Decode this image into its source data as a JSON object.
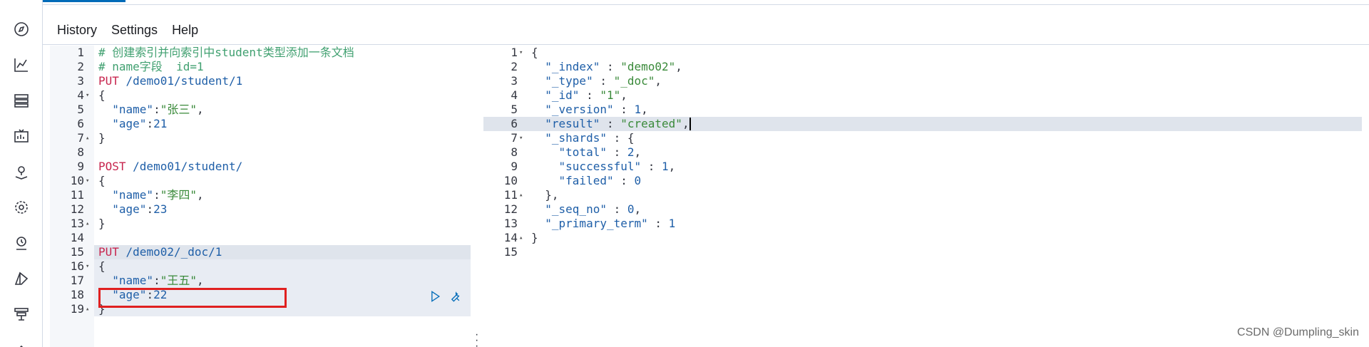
{
  "menu": {
    "history": "History",
    "settings": "Settings",
    "help": "Help"
  },
  "rail_icons": [
    "compass-icon",
    "visualize-icon",
    "dashboard-icon",
    "canvas-icon",
    "maps-icon",
    "ml-icon",
    "apm-icon",
    "logs-icon",
    "stack-icon",
    "collapse-icon"
  ],
  "request": {
    "lines": [
      {
        "n": "1",
        "fold": "",
        "tokens": [
          [
            "comment",
            "# 创建索引并向索引中student类型添加一条文档"
          ]
        ]
      },
      {
        "n": "2",
        "fold": "",
        "tokens": [
          [
            "comment",
            "# name字段  id=1"
          ]
        ]
      },
      {
        "n": "3",
        "fold": "",
        "tokens": [
          [
            "method",
            "PUT"
          ],
          [
            "path",
            " /demo01/student/1"
          ]
        ]
      },
      {
        "n": "4",
        "fold": "▾",
        "tokens": [
          [
            "punc",
            "{"
          ]
        ]
      },
      {
        "n": "5",
        "fold": "",
        "tokens": [
          [
            "punc",
            "  "
          ],
          [
            "key",
            "\"name\""
          ],
          [
            "punc",
            ":"
          ],
          [
            "str",
            "\"张三\""
          ],
          [
            "punc",
            ","
          ]
        ]
      },
      {
        "n": "6",
        "fold": "",
        "tokens": [
          [
            "punc",
            "  "
          ],
          [
            "key",
            "\"age\""
          ],
          [
            "punc",
            ":"
          ],
          [
            "num",
            "21"
          ]
        ]
      },
      {
        "n": "7",
        "fold": "▴",
        "tokens": [
          [
            "punc",
            "}"
          ]
        ]
      },
      {
        "n": "8",
        "fold": "",
        "tokens": []
      },
      {
        "n": "9",
        "fold": "",
        "tokens": [
          [
            "method",
            "POST"
          ],
          [
            "path",
            " /demo01/student/"
          ]
        ]
      },
      {
        "n": "10",
        "fold": "▾",
        "tokens": [
          [
            "punc",
            "{"
          ]
        ]
      },
      {
        "n": "11",
        "fold": "",
        "tokens": [
          [
            "punc",
            "  "
          ],
          [
            "key",
            "\"name\""
          ],
          [
            "punc",
            ":"
          ],
          [
            "str",
            "\"李四\""
          ],
          [
            "punc",
            ","
          ]
        ]
      },
      {
        "n": "12",
        "fold": "",
        "tokens": [
          [
            "punc",
            "  "
          ],
          [
            "key",
            "\"age\""
          ],
          [
            "punc",
            ":"
          ],
          [
            "num",
            "23"
          ]
        ]
      },
      {
        "n": "13",
        "fold": "▴",
        "tokens": [
          [
            "punc",
            "}"
          ]
        ]
      },
      {
        "n": "14",
        "fold": "",
        "tokens": []
      },
      {
        "n": "15",
        "fold": "",
        "tokens": [
          [
            "method",
            "PUT"
          ],
          [
            "path",
            " /demo02/_doc/1"
          ]
        ]
      },
      {
        "n": "16",
        "fold": "▾",
        "tokens": [
          [
            "punc",
            "{"
          ]
        ]
      },
      {
        "n": "17",
        "fold": "",
        "tokens": [
          [
            "punc",
            "  "
          ],
          [
            "key",
            "\"name\""
          ],
          [
            "punc",
            ":"
          ],
          [
            "str",
            "\"王五\""
          ],
          [
            "punc",
            ","
          ]
        ]
      },
      {
        "n": "18",
        "fold": "",
        "tokens": [
          [
            "punc",
            "  "
          ],
          [
            "key",
            "\"age\""
          ],
          [
            "punc",
            ":"
          ],
          [
            "num",
            "22"
          ]
        ]
      },
      {
        "n": "19",
        "fold": "▴",
        "tokens": [
          [
            "punc",
            "}"
          ]
        ]
      }
    ]
  },
  "response": {
    "lines": [
      {
        "n": "1",
        "fold": "▾",
        "tokens": [
          [
            "punc",
            "{"
          ]
        ]
      },
      {
        "n": "2",
        "fold": "",
        "tokens": [
          [
            "punc",
            "  "
          ],
          [
            "key",
            "\"_index\""
          ],
          [
            "punc",
            " : "
          ],
          [
            "str",
            "\"demo02\""
          ],
          [
            "punc",
            ","
          ]
        ]
      },
      {
        "n": "3",
        "fold": "",
        "tokens": [
          [
            "punc",
            "  "
          ],
          [
            "key",
            "\"_type\""
          ],
          [
            "punc",
            " : "
          ],
          [
            "str",
            "\"_doc\""
          ],
          [
            "punc",
            ","
          ]
        ]
      },
      {
        "n": "4",
        "fold": "",
        "tokens": [
          [
            "punc",
            "  "
          ],
          [
            "key",
            "\"_id\""
          ],
          [
            "punc",
            " : "
          ],
          [
            "str",
            "\"1\""
          ],
          [
            "punc",
            ","
          ]
        ]
      },
      {
        "n": "5",
        "fold": "",
        "tokens": [
          [
            "punc",
            "  "
          ],
          [
            "key",
            "\"_version\""
          ],
          [
            "punc",
            " : "
          ],
          [
            "num",
            "1"
          ],
          [
            "punc",
            ","
          ]
        ]
      },
      {
        "n": "6",
        "fold": "",
        "tokens": [
          [
            "punc",
            "  "
          ],
          [
            "key",
            "\"result\""
          ],
          [
            "punc",
            " : "
          ],
          [
            "str",
            "\"created\""
          ],
          [
            "punc",
            ","
          ]
        ]
      },
      {
        "n": "7",
        "fold": "▾",
        "tokens": [
          [
            "punc",
            "  "
          ],
          [
            "key",
            "\"_shards\""
          ],
          [
            "punc",
            " : {"
          ]
        ]
      },
      {
        "n": "8",
        "fold": "",
        "tokens": [
          [
            "punc",
            "    "
          ],
          [
            "key",
            "\"total\""
          ],
          [
            "punc",
            " : "
          ],
          [
            "num",
            "2"
          ],
          [
            "punc",
            ","
          ]
        ]
      },
      {
        "n": "9",
        "fold": "",
        "tokens": [
          [
            "punc",
            "    "
          ],
          [
            "key",
            "\"successful\""
          ],
          [
            "punc",
            " : "
          ],
          [
            "num",
            "1"
          ],
          [
            "punc",
            ","
          ]
        ]
      },
      {
        "n": "10",
        "fold": "",
        "tokens": [
          [
            "punc",
            "    "
          ],
          [
            "key",
            "\"failed\""
          ],
          [
            "punc",
            " : "
          ],
          [
            "num",
            "0"
          ]
        ]
      },
      {
        "n": "11",
        "fold": "▴",
        "tokens": [
          [
            "punc",
            "  },"
          ]
        ]
      },
      {
        "n": "12",
        "fold": "",
        "tokens": [
          [
            "punc",
            "  "
          ],
          [
            "key",
            "\"_seq_no\""
          ],
          [
            "punc",
            " : "
          ],
          [
            "num",
            "0"
          ],
          [
            "punc",
            ","
          ]
        ]
      },
      {
        "n": "13",
        "fold": "",
        "tokens": [
          [
            "punc",
            "  "
          ],
          [
            "key",
            "\"_primary_term\""
          ],
          [
            "punc",
            " : "
          ],
          [
            "num",
            "1"
          ]
        ]
      },
      {
        "n": "14",
        "fold": "▴",
        "tokens": [
          [
            "punc",
            "}"
          ]
        ]
      },
      {
        "n": "15",
        "fold": "",
        "tokens": []
      }
    ]
  },
  "watermark": "CSDN @Dumpling_skin",
  "colors": {
    "accent": "#006bb8",
    "highlight_box": "#e02020"
  }
}
